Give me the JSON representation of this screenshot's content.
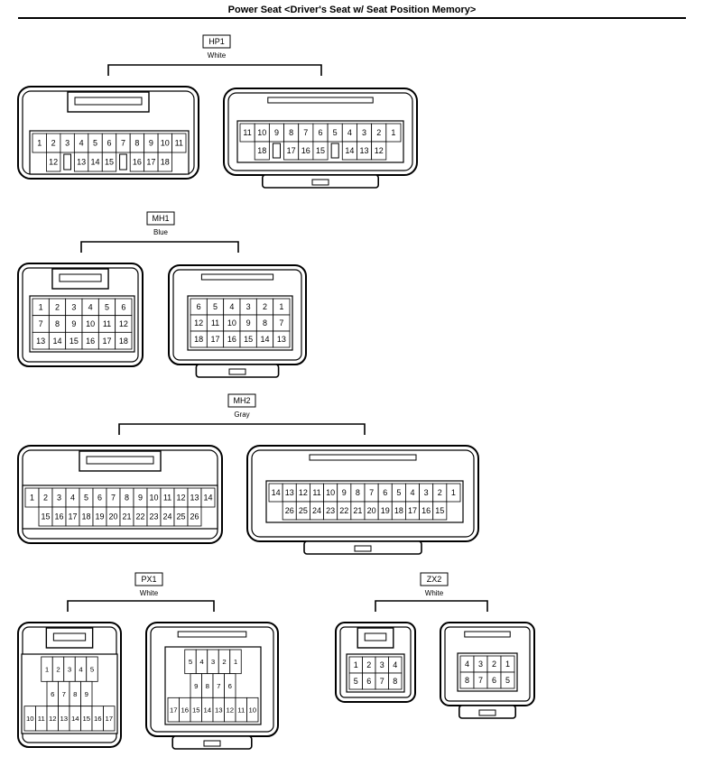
{
  "page": {
    "title": "Power Seat <Driver's Seat w/ Seat Position Memory>"
  },
  "connectors": [
    {
      "id": "HP1",
      "color": "White",
      "sides": [
        {
          "rows": [
            [
              "1",
              "2",
              "3",
              "4",
              "5",
              "6",
              "7",
              "8",
              "9",
              "10",
              "11"
            ],
            [
              "12",
              "",
              "13",
              "14",
              "15",
              "",
              "16",
              "17",
              "18"
            ]
          ]
        },
        {
          "rows": [
            [
              "11",
              "10",
              "9",
              "8",
              "7",
              "6",
              "5",
              "4",
              "3",
              "2",
              "1"
            ],
            [
              "18",
              "",
              "17",
              "16",
              "15",
              "",
              "14",
              "13",
              "12"
            ]
          ]
        }
      ]
    },
    {
      "id": "MH1",
      "color": "Blue",
      "sides": [
        {
          "rows": [
            [
              "1",
              "2",
              "3",
              "4",
              "5",
              "6"
            ],
            [
              "7",
              "8",
              "9",
              "10",
              "11",
              "12"
            ],
            [
              "13",
              "14",
              "15",
              "16",
              "17",
              "18"
            ]
          ]
        },
        {
          "rows": [
            [
              "6",
              "5",
              "4",
              "3",
              "2",
              "1"
            ],
            [
              "12",
              "11",
              "10",
              "9",
              "8",
              "7"
            ],
            [
              "18",
              "17",
              "16",
              "15",
              "14",
              "13"
            ]
          ]
        }
      ]
    },
    {
      "id": "MH2",
      "color": "Gray",
      "sides": [
        {
          "rows": [
            [
              "1",
              "2",
              "3",
              "4",
              "5",
              "6",
              "7",
              "8",
              "9",
              "10",
              "11",
              "12",
              "13",
              "14"
            ],
            [
              "15",
              "16",
              "17",
              "18",
              "19",
              "20",
              "21",
              "22",
              "23",
              "24",
              "25",
              "26"
            ]
          ]
        },
        {
          "rows": [
            [
              "14",
              "13",
              "12",
              "11",
              "10",
              "9",
              "8",
              "7",
              "6",
              "5",
              "4",
              "3",
              "2",
              "1"
            ],
            [
              "26",
              "25",
              "24",
              "23",
              "22",
              "21",
              "20",
              "19",
              "18",
              "17",
              "16",
              "15"
            ]
          ]
        }
      ]
    },
    {
      "id": "PX1",
      "color": "White",
      "sides": [
        {
          "rows": [
            [
              "1",
              "2",
              "3",
              "4",
              "5"
            ],
            [
              "6",
              "7",
              "8",
              "9"
            ],
            [
              "10",
              "11",
              "12",
              "13",
              "14",
              "15",
              "16",
              "17"
            ]
          ]
        },
        {
          "rows": [
            [
              "5",
              "4",
              "3",
              "2",
              "1"
            ],
            [
              "9",
              "8",
              "7",
              "6"
            ],
            [
              "17",
              "16",
              "15",
              "14",
              "13",
              "12",
              "11",
              "10"
            ]
          ]
        }
      ]
    },
    {
      "id": "ZX2",
      "color": "White",
      "sides": [
        {
          "rows": [
            [
              "1",
              "2",
              "3",
              "4"
            ],
            [
              "5",
              "6",
              "7",
              "8"
            ]
          ]
        },
        {
          "rows": [
            [
              "4",
              "3",
              "2",
              "1"
            ],
            [
              "8",
              "7",
              "6",
              "5"
            ]
          ]
        }
      ]
    }
  ]
}
